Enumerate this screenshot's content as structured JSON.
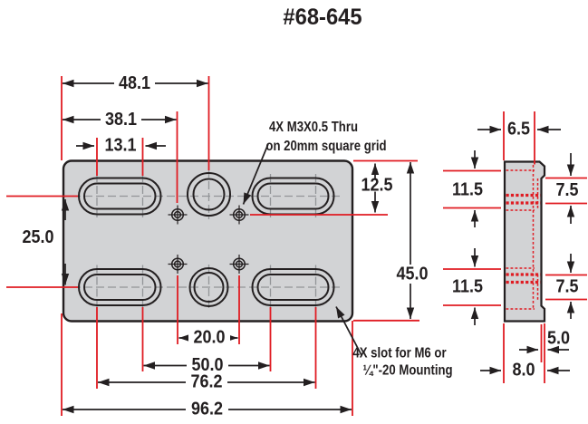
{
  "title": "#68-645",
  "front_view": {
    "dimensions": {
      "d48_1": "48.1",
      "d38_1": "38.1",
      "d13_1": "13.1",
      "d25_0": "25.0",
      "d12_5": "12.5",
      "d45_0": "45.0",
      "d20_0": "20.0",
      "d50_0": "50.0",
      "d76_2": "76.2",
      "d96_2": "96.2"
    },
    "annotations": {
      "m3_note_line1": "4X M3X0.5 Thru",
      "m3_note_line2": "on 20mm square grid",
      "slot_note_line1": "4X slot for M6 or",
      "slot_note_line2": "¼\"-20 Mounting"
    }
  },
  "side_view": {
    "dimensions": {
      "d6_5": "6.5",
      "d11_5_upper": "11.5",
      "d7_5_upper": "7.5",
      "d11_5_lower": "11.5",
      "d7_5_lower": "7.5",
      "d5_0": "5.0",
      "d8_0": "8.0"
    }
  },
  "colors": {
    "extension_line_red": "#E01B22",
    "drawing_dark": "#231F20",
    "part_fill_gray": "#D2D3D5",
    "centerline_gray": "#939598"
  }
}
